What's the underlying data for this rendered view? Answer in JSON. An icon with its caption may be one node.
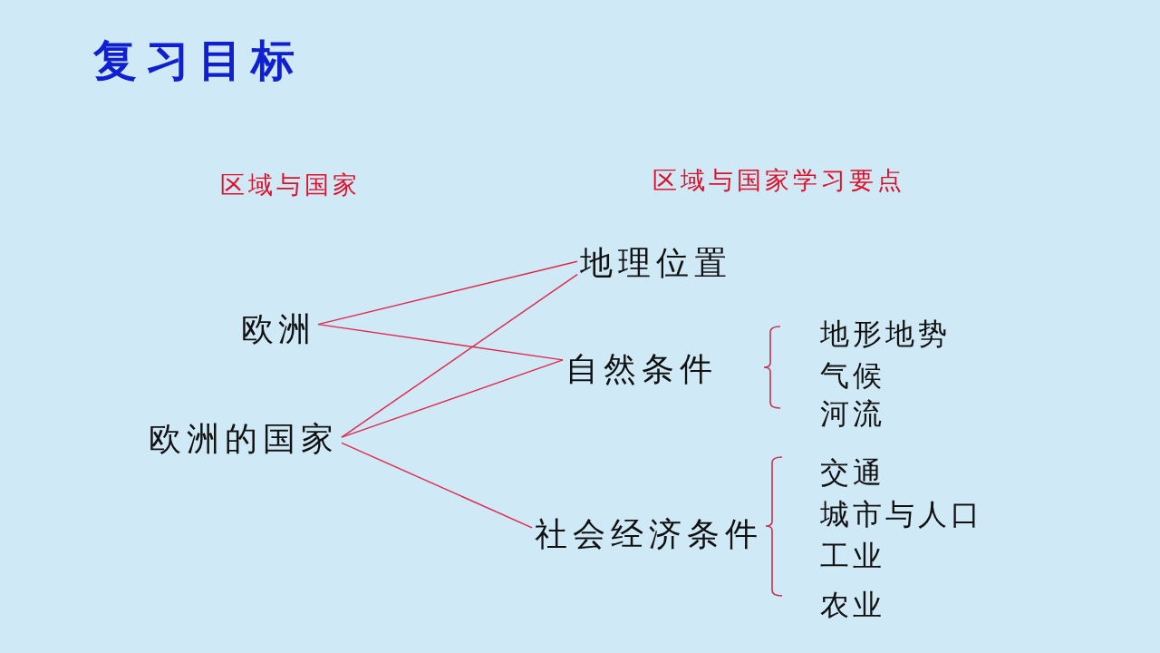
{
  "diagram": {
    "title": "复习目标",
    "nodes": [
      {
        "text": [
          "欧洲"
        ]
      },
      {
        "text": [
          "欧洲的国家"
        ]
      },
      {
        "text": [
          "地理位置"
        ]
      },
      {
        "text": [
          "自然条件"
        ]
      },
      {
        "text": [
          "社会经济条件"
        ]
      }
    ],
    "edges": [
      {
        "from": 0,
        "to": 2,
        "arrow": "none"
      },
      {
        "from": 0,
        "to": 3,
        "arrow": "none"
      },
      {
        "from": 1,
        "to": 2,
        "arrow": "none"
      },
      {
        "from": 1,
        "to": 3,
        "arrow": "none"
      },
      {
        "from": 1,
        "to": 4,
        "arrow": "none"
      }
    ],
    "labels": [
      "区域与国家",
      "区域与国家学习要点",
      "地形地势",
      "气候",
      "河流",
      "交通",
      "城市与人口",
      "工业",
      "农业"
    ]
  }
}
